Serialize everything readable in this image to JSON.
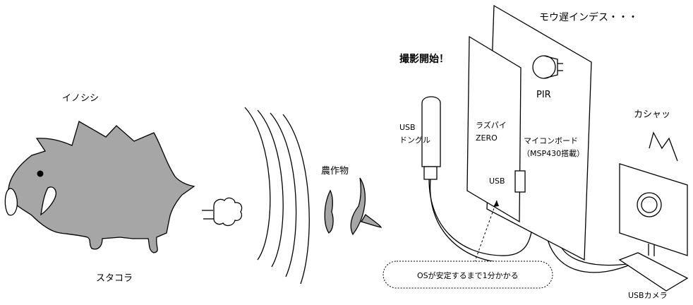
{
  "labels": {
    "boar": "イノシシ",
    "run_away": "スタコラ",
    "crops": "農作物",
    "start_shooting": "撮影開始！",
    "too_late": "モウ遅インデス・・・",
    "pir": "PIR",
    "click": "カシャッ",
    "usb_dongle_line1": "USB",
    "usb_dongle_line2": "ドングル",
    "raspi_line1": "ラズパイ",
    "raspi_line2": "ZERO",
    "usb_port": "USB",
    "mcu_line1": "マイコンボード",
    "mcu_line2": "（MSP430搭載）",
    "os_note": "OSが安定するまで1分かかる",
    "usb_camera": "USBカメラ"
  },
  "colors": {
    "boar_fill": "#a6a6a6",
    "crop_fill": "#a6a6a6",
    "line": "#000000"
  }
}
